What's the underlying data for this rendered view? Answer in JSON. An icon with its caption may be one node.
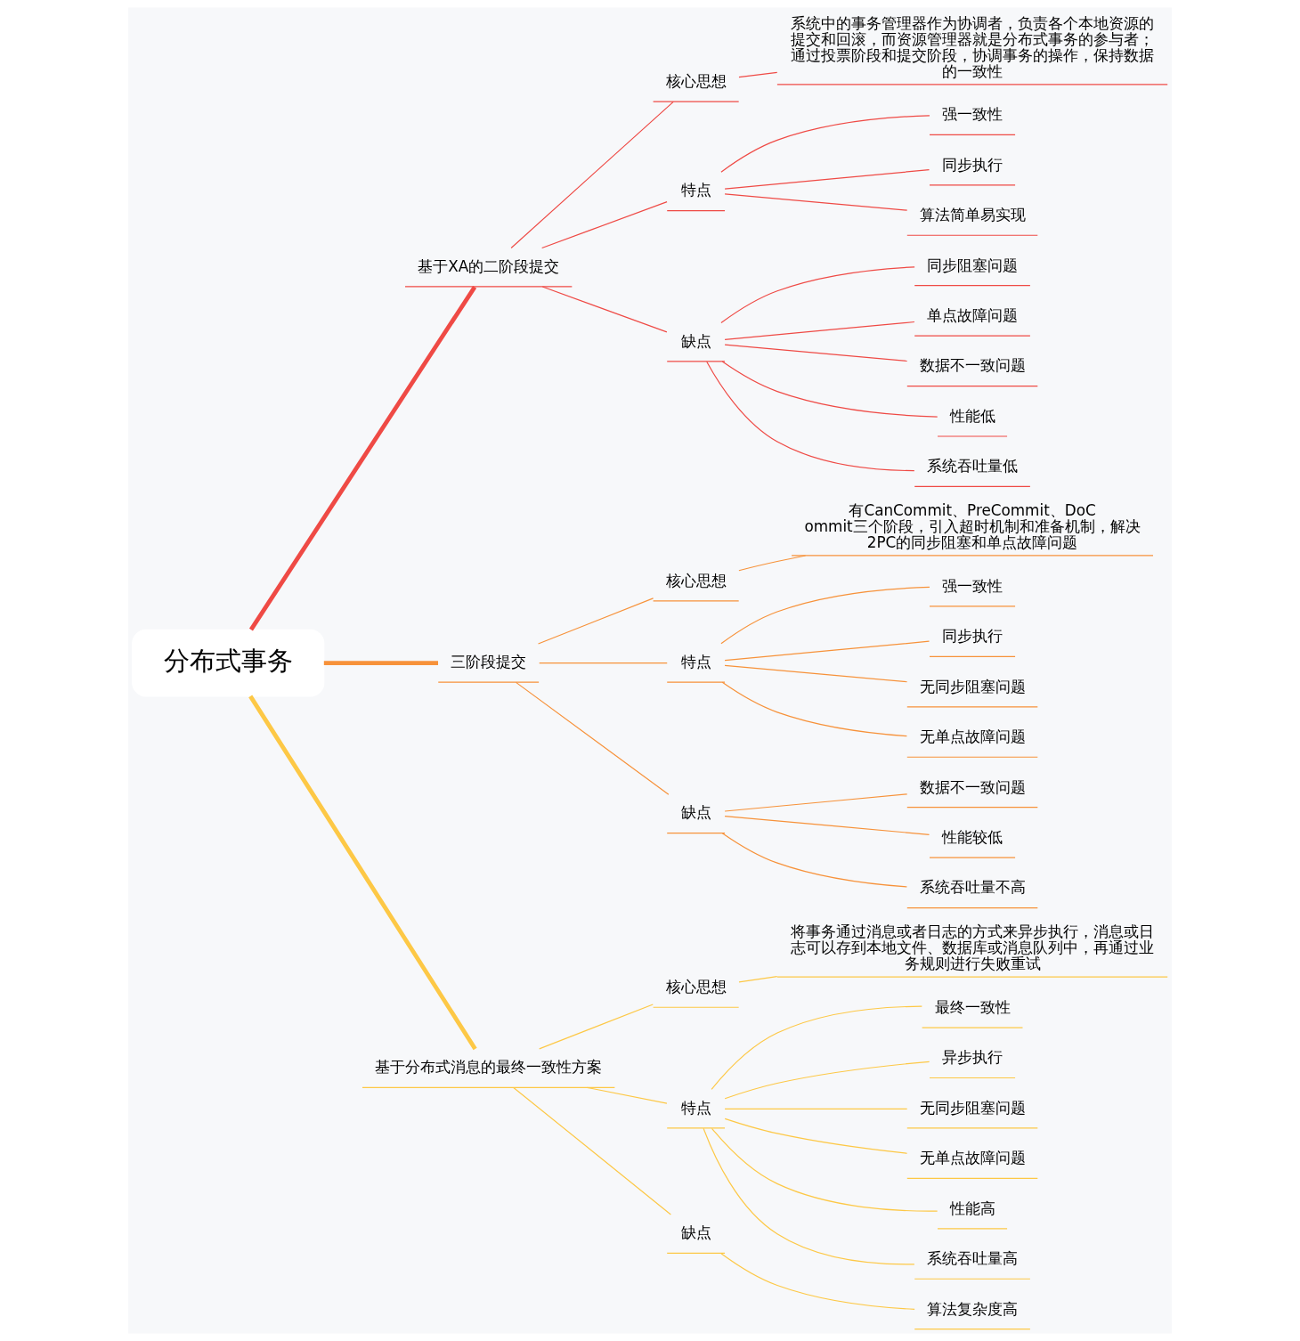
{
  "diagram": {
    "nodes": [
      {
        "text": [
          "分布式事务"
        ]
      },
      {
        "text": [
          "基于XA的二阶段提交"
        ]
      },
      {
        "text": [
          "核心思想"
        ]
      },
      {
        "text": [
          "系统中的事务管理器作为协调者，负责各个本地资源的提交和回滚，而资源管理器就是分布式事务的参与者；通过投票阶段和提交阶段，协调事务的操作，保持数据的一致性"
        ]
      },
      {
        "text": [
          "特点"
        ]
      },
      {
        "text": [
          "强一致性"
        ]
      },
      {
        "text": [
          "同步执行"
        ]
      },
      {
        "text": [
          "算法简单易实现"
        ]
      },
      {
        "text": [
          "缺点"
        ]
      },
      {
        "text": [
          "同步阻塞问题"
        ]
      },
      {
        "text": [
          "单点故障问题"
        ]
      },
      {
        "text": [
          "数据不一致问题"
        ]
      },
      {
        "text": [
          "性能低"
        ]
      },
      {
        "text": [
          "系统吞吐量低"
        ]
      },
      {
        "text": [
          "三阶段提交"
        ]
      },
      {
        "text": [
          "核心思想"
        ]
      },
      {
        "text": [
          "有CanCommit、PreCommit、DoCommit三个阶段，引入超时机制和准备机制，解决2PC的同步阻塞和单点故障问题"
        ]
      },
      {
        "text": [
          "特点"
        ]
      },
      {
        "text": [
          "强一致性"
        ]
      },
      {
        "text": [
          "同步执行"
        ]
      },
      {
        "text": [
          "无同步阻塞问题"
        ]
      },
      {
        "text": [
          "无单点故障问题"
        ]
      },
      {
        "text": [
          "缺点"
        ]
      },
      {
        "text": [
          "数据不一致问题"
        ]
      },
      {
        "text": [
          "性能较低"
        ]
      },
      {
        "text": [
          "系统吞吐量不高"
        ]
      },
      {
        "text": [
          "基于分布式消息的最终一致性方案"
        ]
      },
      {
        "text": [
          "核心思想"
        ]
      },
      {
        "text": [
          "将事务通过消息或者日志的方式来异步执行，消息或日志可以存到本地文件、数据库或消息队列中，再通过业务规则进行失败重试"
        ]
      },
      {
        "text": [
          "特点"
        ]
      },
      {
        "text": [
          "最终一致性"
        ]
      },
      {
        "text": [
          "异步执行"
        ]
      },
      {
        "text": [
          "无同步阻塞问题"
        ]
      },
      {
        "text": [
          "无单点故障问题"
        ]
      },
      {
        "text": [
          "性能高"
        ]
      },
      {
        "text": [
          "系统吞吐量高"
        ]
      },
      {
        "text": [
          "缺点"
        ]
      },
      {
        "text": [
          "算法复杂度高"
        ]
      }
    ],
    "edges": [
      {
        "from": 0,
        "to": 1,
        "arrow": "none",
        "style": "thick",
        "color": "#ef4a45"
      },
      {
        "from": 1,
        "to": 2,
        "arrow": "none",
        "color": "#ef4a45"
      },
      {
        "from": 2,
        "to": 3,
        "arrow": "none",
        "color": "#ef4a45"
      },
      {
        "from": 1,
        "to": 4,
        "arrow": "none",
        "color": "#ef4a45"
      },
      {
        "from": 4,
        "to": 5,
        "arrow": "none",
        "color": "#ef4a45"
      },
      {
        "from": 4,
        "to": 6,
        "arrow": "none",
        "color": "#ef4a45"
      },
      {
        "from": 4,
        "to": 7,
        "arrow": "none",
        "color": "#ef4a45"
      },
      {
        "from": 1,
        "to": 8,
        "arrow": "none",
        "color": "#ef4a45"
      },
      {
        "from": 8,
        "to": 9,
        "arrow": "none",
        "color": "#ef4a45"
      },
      {
        "from": 8,
        "to": 10,
        "arrow": "none",
        "color": "#ef4a45"
      },
      {
        "from": 8,
        "to": 11,
        "arrow": "none",
        "color": "#ef4a45"
      },
      {
        "from": 8,
        "to": 12,
        "arrow": "none",
        "color": "#ef4a45"
      },
      {
        "from": 8,
        "to": 13,
        "arrow": "none",
        "color": "#ef4a45"
      },
      {
        "from": 0,
        "to": 14,
        "arrow": "none",
        "style": "thick",
        "color": "#f7923a"
      },
      {
        "from": 14,
        "to": 15,
        "arrow": "none",
        "color": "#f7923a"
      },
      {
        "from": 15,
        "to": 16,
        "arrow": "none",
        "color": "#f7923a"
      },
      {
        "from": 14,
        "to": 17,
        "arrow": "none",
        "color": "#f7923a"
      },
      {
        "from": 17,
        "to": 18,
        "arrow": "none",
        "color": "#f7923a"
      },
      {
        "from": 17,
        "to": 19,
        "arrow": "none",
        "color": "#f7923a"
      },
      {
        "from": 17,
        "to": 20,
        "arrow": "none",
        "color": "#f7923a"
      },
      {
        "from": 17,
        "to": 21,
        "arrow": "none",
        "color": "#f7923a"
      },
      {
        "from": 14,
        "to": 22,
        "arrow": "none",
        "color": "#f7923a"
      },
      {
        "from": 22,
        "to": 23,
        "arrow": "none",
        "color": "#f7923a"
      },
      {
        "from": 22,
        "to": 24,
        "arrow": "none",
        "color": "#f7923a"
      },
      {
        "from": 22,
        "to": 25,
        "arrow": "none",
        "color": "#f7923a"
      },
      {
        "from": 0,
        "to": 26,
        "arrow": "none",
        "style": "thick",
        "color": "#fdc846"
      },
      {
        "from": 26,
        "to": 27,
        "arrow": "none",
        "color": "#fdc846"
      },
      {
        "from": 27,
        "to": 28,
        "arrow": "none",
        "color": "#fdc846"
      },
      {
        "from": 26,
        "to": 29,
        "arrow": "none",
        "color": "#fdc846"
      },
      {
        "from": 29,
        "to": 30,
        "arrow": "none",
        "color": "#fdc846"
      },
      {
        "from": 29,
        "to": 31,
        "arrow": "none",
        "color": "#fdc846"
      },
      {
        "from": 29,
        "to": 32,
        "arrow": "none",
        "color": "#fdc846"
      },
      {
        "from": 29,
        "to": 33,
        "arrow": "none",
        "color": "#fdc846"
      },
      {
        "from": 29,
        "to": 34,
        "arrow": "none",
        "color": "#fdc846"
      },
      {
        "from": 29,
        "to": 35,
        "arrow": "none",
        "color": "#fdc846"
      },
      {
        "from": 26,
        "to": 36,
        "arrow": "none",
        "color": "#fdc846"
      },
      {
        "from": 36,
        "to": 37,
        "arrow": "none",
        "color": "#fdc846"
      }
    ]
  }
}
